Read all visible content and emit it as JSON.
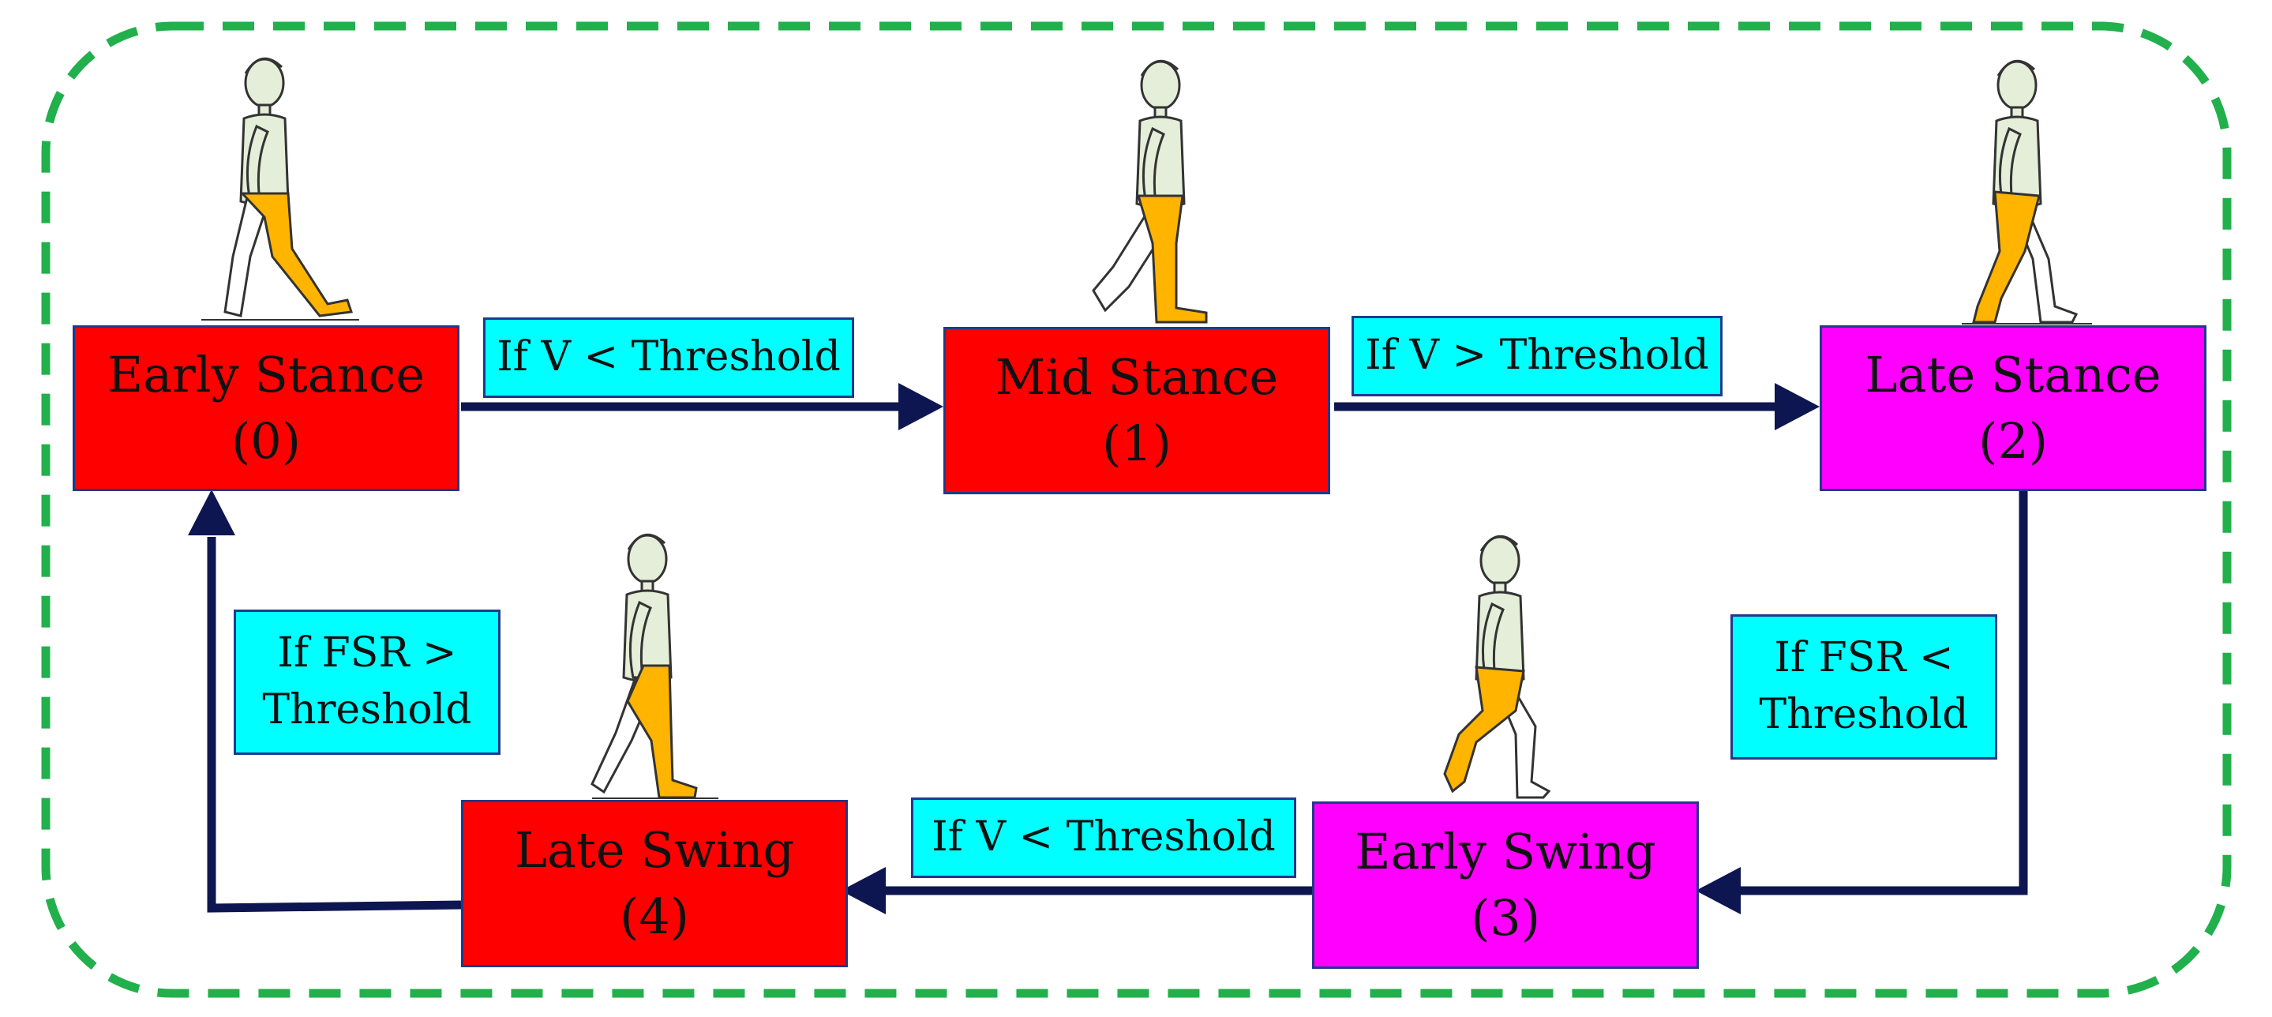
{
  "colors": {
    "border_dash": "#21b04b",
    "arrow": "#0d1650",
    "stance_red": "#ff0000",
    "phase_magenta": "#ff00ff",
    "condition_cyan": "#00ffff",
    "leg_orange": "#ffb400",
    "body_green": "#e4eed8"
  },
  "states": {
    "s0": {
      "name": "Early Stance",
      "num": "(0)"
    },
    "s1": {
      "name": "Mid Stance",
      "num": "(1)"
    },
    "s2": {
      "name": "Late Stance",
      "num": "(2)"
    },
    "s3": {
      "name": "Early Swing",
      "num": "(3)"
    },
    "s4": {
      "name": "Late Swing",
      "num": "(4)"
    }
  },
  "conditions": {
    "c01": {
      "line1": "If V < Threshold"
    },
    "c12": {
      "line1": "If V > Threshold"
    },
    "c23": {
      "line1": "If FSR <",
      "line2": "Threshold"
    },
    "c34": {
      "line1": "If V < Threshold"
    },
    "c40": {
      "line1": "If FSR >",
      "line2": "Threshold"
    }
  },
  "figures": [
    "walking-figure-early-stance",
    "walking-figure-mid-stance",
    "walking-figure-late-stance",
    "walking-figure-early-swing",
    "walking-figure-late-swing"
  ]
}
